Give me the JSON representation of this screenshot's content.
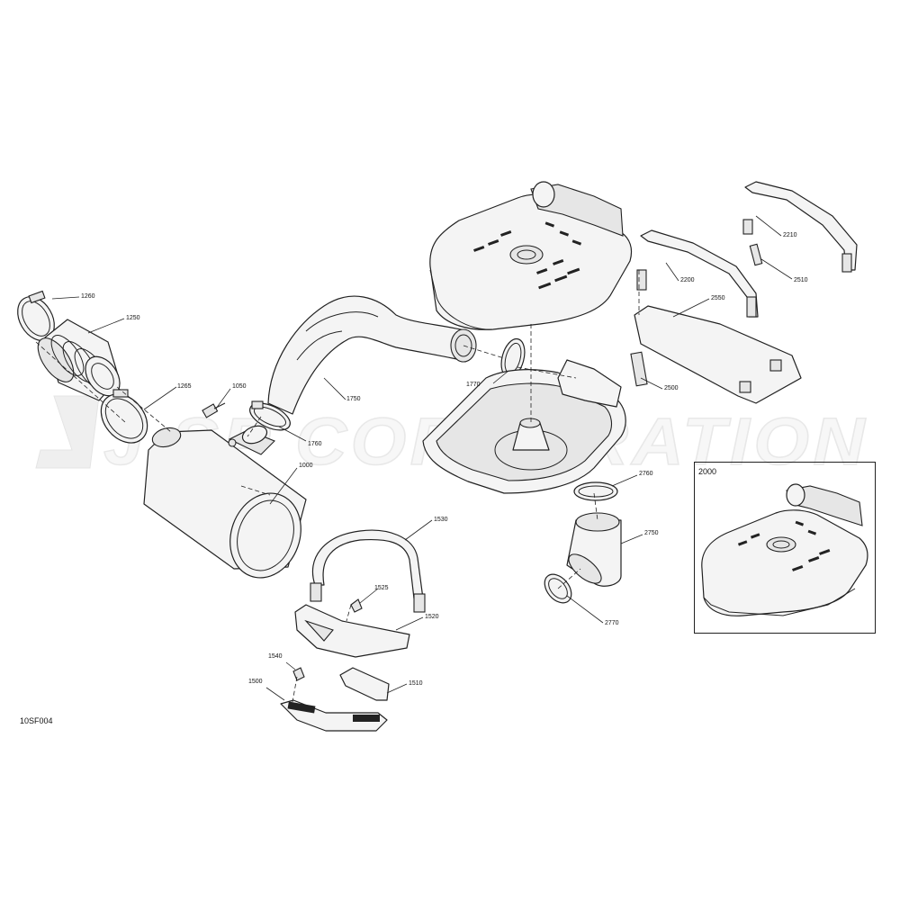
{
  "watermark": {
    "text": "J SP CORPORATION"
  },
  "figure_id": "10SF004",
  "inset": {
    "title": "2000"
  },
  "callouts": {
    "c1260": "1260",
    "c1250": "1250",
    "c1265": "1265",
    "c1050": "1050",
    "c1750": "1750",
    "c1760": "1760",
    "c1000": "1000",
    "c1770": "1770",
    "c2210": "2210",
    "c2200": "2200",
    "c2510": "2510",
    "c2550": "2550",
    "c2500": "2500",
    "c2760": "2760",
    "c2750": "2750",
    "c2770": "2770",
    "c1530": "1530",
    "c1525": "1525",
    "c1520": "1520",
    "c1540": "1540",
    "c1500": "1500",
    "c1510": "1510"
  }
}
